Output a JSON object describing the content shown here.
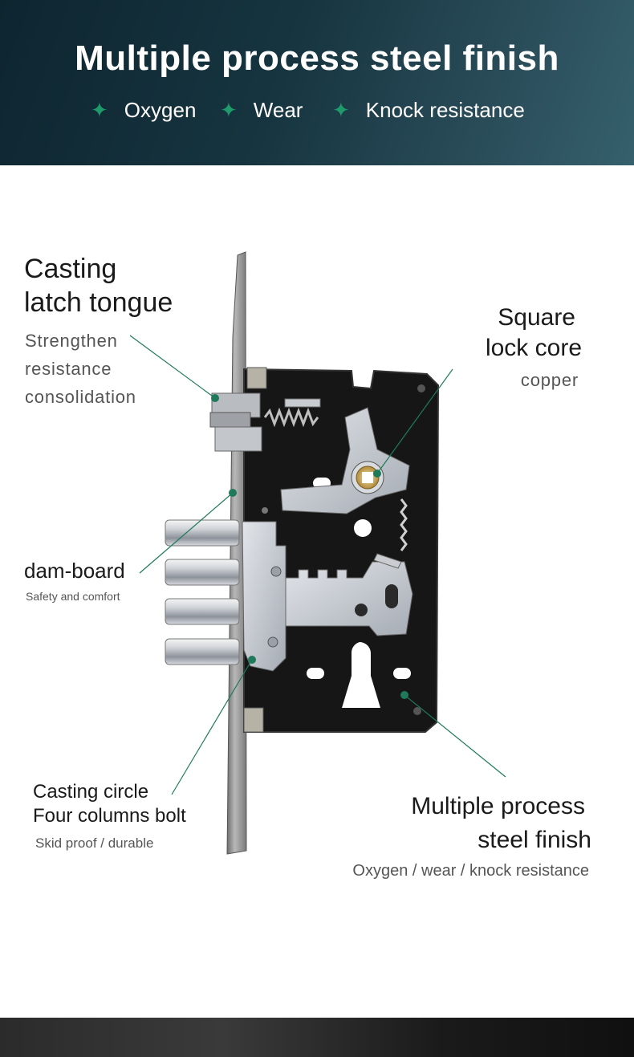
{
  "header": {
    "title": "Multiple process steel finish",
    "features": [
      "Oxygen",
      "Wear",
      "Knock resistance"
    ],
    "accent_color": "#1f9a6a"
  },
  "labels": {
    "latch": {
      "title_line1": "Casting",
      "title_line2": "latch tongue",
      "desc": [
        "Strengthen",
        "resistance",
        "consolidation"
      ]
    },
    "core": {
      "title_line1": "Square",
      "title_line2": "lock core",
      "desc": "copper"
    },
    "dam": {
      "title": "dam-board",
      "desc": "Safety and comfort"
    },
    "bolt": {
      "title_line1": "Casting circle",
      "title_line2": "Four columns bolt",
      "desc": "Skid proof / durable"
    },
    "finish": {
      "title_line1": "Multiple process",
      "title_line2": "steel finish",
      "desc": "Oxygen / wear / knock resistance"
    }
  },
  "product_image": {
    "icon": "mortise-lock-body"
  }
}
